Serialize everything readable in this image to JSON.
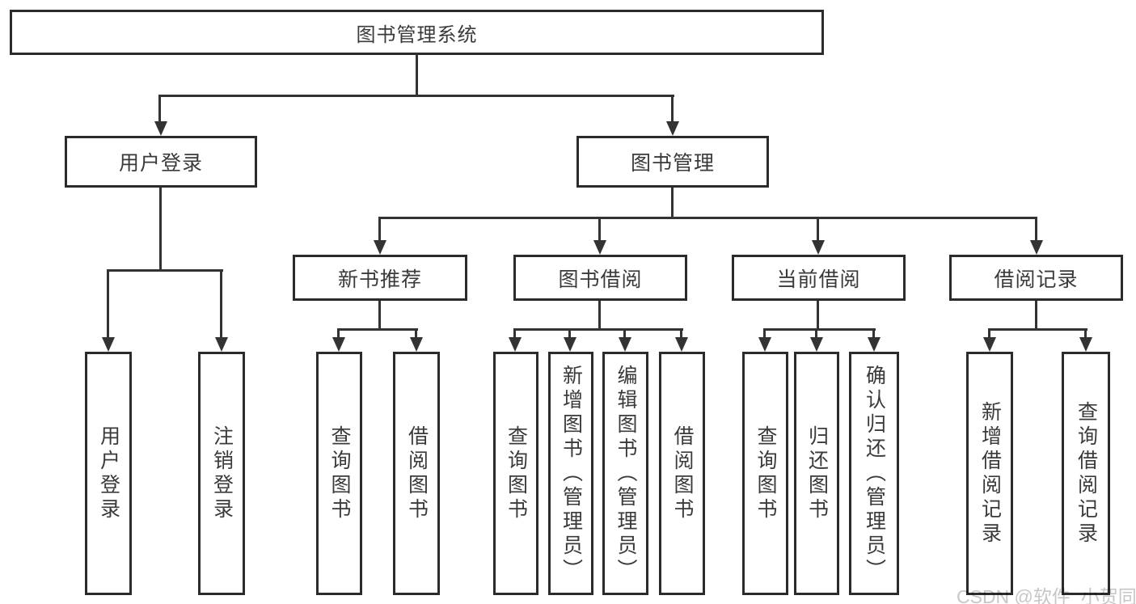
{
  "watermark": "CSDN @软件_小贺同学",
  "colors": {
    "background": "#ffffff",
    "box_border": "#2b2b2b",
    "connector_line": "#333333",
    "text": "#3a3a3a",
    "watermark_text": "#c6c6c6"
  },
  "tree": {
    "label": "图书管理系统",
    "children": [
      {
        "label": "用户登录",
        "children": [
          {
            "label": "用户登录"
          },
          {
            "label": "注销登录"
          }
        ]
      },
      {
        "label": "图书管理",
        "children": [
          {
            "label": "新书推荐",
            "children": [
              {
                "label": "查询图书"
              },
              {
                "label": "借阅图书"
              }
            ]
          },
          {
            "label": "图书借阅",
            "children": [
              {
                "label": "查询图书"
              },
              {
                "label": "新增图书（管理员）"
              },
              {
                "label": "编辑图书（管理员）"
              },
              {
                "label": "借阅图书"
              }
            ]
          },
          {
            "label": "当前借阅",
            "children": [
              {
                "label": "查询图书"
              },
              {
                "label": "归还图书"
              },
              {
                "label": "确认归还（管理员）"
              }
            ]
          },
          {
            "label": "借阅记录",
            "children": [
              {
                "label": "新增借阅记录"
              },
              {
                "label": "查询借阅记录"
              }
            ]
          }
        ]
      }
    ]
  }
}
